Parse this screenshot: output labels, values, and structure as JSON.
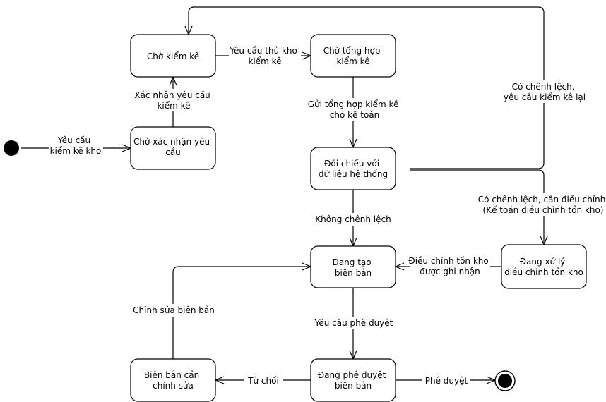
{
  "states": {
    "cho_kiem_ke": [
      "Chờ kiểm kê"
    ],
    "cho_tong_hop": [
      "Chờ tổng hợp",
      "kiểm kê"
    ],
    "cho_xac_nhan": [
      "Chờ xác nhận yêu",
      "cầu"
    ],
    "doi_chieu": [
      "Đối chiếu với",
      "dữ liệu hệ thống"
    ],
    "dang_tao": [
      "Đang tạo",
      "biên bản"
    ],
    "dang_xu_ly": [
      "Đang xử lý",
      "điều chỉnh tồn kho"
    ],
    "bien_ban_sua": [
      "Biên bản cần",
      "chỉnh sửa"
    ],
    "dang_phe_duyet": [
      "Đang phê duyệt",
      "biên bản"
    ]
  },
  "transitions": {
    "start": [
      "Yêu cầu",
      "kiểm kê kho"
    ],
    "xac_nhan": [
      "Xác nhận yêu cầu",
      "kiểm kê"
    ],
    "yeu_cau_thu_kho": [
      "Yêu cầu thủ kho",
      "kiểm kê"
    ],
    "gui_tong_hop": [
      "Gửi tổng hợp kiểm kê",
      "cho kế toán"
    ],
    "co_chenh_lech_lai": [
      "Có chênh lệch,",
      "yêu cầu kiểm kê lại"
    ],
    "co_chenh_lech_dieu_chinh": [
      "Có chênh lệch, cần điều chỉnh",
      "(Kế toán điều chỉnh tồn kho)"
    ],
    "khong_chenh_lech": [
      "Không chênh lệch"
    ],
    "dieu_chinh_ghi_nhan": [
      "Điều chỉnh tồn kho",
      "được ghi nhận"
    ],
    "chinh_sua": [
      "Chỉnh sửa biên bản"
    ],
    "yeu_cau_phe_duyet": [
      "Yêu cầu phê duyệt"
    ],
    "tu_choi": [
      "Từ chối"
    ],
    "phe_duyet": [
      "Phê duyệt"
    ]
  }
}
